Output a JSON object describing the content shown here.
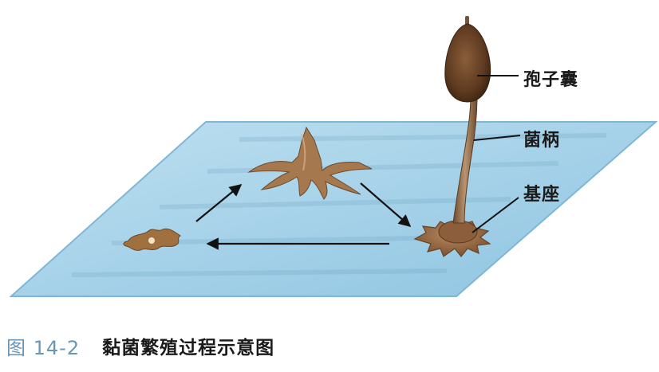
{
  "labels": {
    "sporangium": "孢子囊",
    "stalk": "菌柄",
    "base": "基座"
  },
  "caption": {
    "figure_number": "图 14-2",
    "title": "黏菌繁殖过程示意图"
  },
  "colors": {
    "plane": "#a9d3e8",
    "plane_edge": "#7fb6d6",
    "organism": "#9c6b42",
    "caption_number": "#6a96b5"
  }
}
